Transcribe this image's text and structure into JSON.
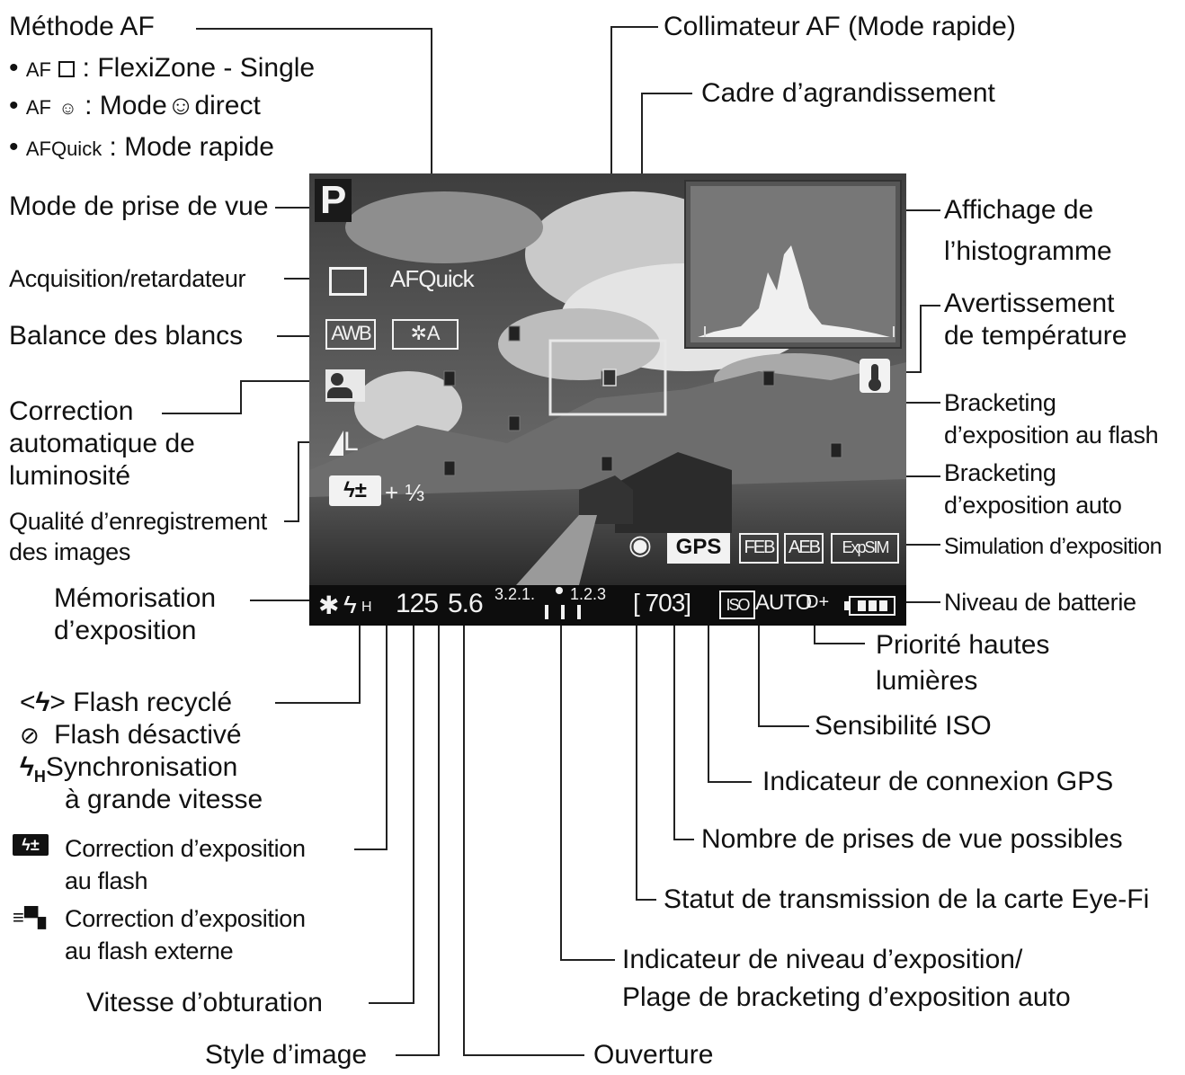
{
  "screen": {
    "mode": "P",
    "af_quick": "AFQuick",
    "wb": "AWB",
    "style_icon": "A",
    "quality": "L",
    "flash_comp_value": "+ ⅓",
    "gps": "GPS",
    "feb": "FEB",
    "aeb": "AEB",
    "expsim": "ExpSIM",
    "bar": {
      "flash_h": "H",
      "shutter": "125",
      "aperture": "5.6",
      "scale": "3.2.1.",
      "scale_right": "1.2.3",
      "shots": "[ 703]",
      "iso": "ISO",
      "iso_auto": "AUTO",
      "d_plus": "D+"
    }
  },
  "labels": {
    "af_method": "Méthode AF",
    "af_flexizone_prefix": "AF",
    "af_flexizone": ": FlexiZone - Single",
    "af_face_prefix": "AF",
    "af_face_a": ": Mode",
    "af_face_b": "direct",
    "af_quick_prefix": "AFQuick",
    "af_quick": ": Mode rapide",
    "shooting_mode": "Mode de prise de vue",
    "drive": "Acquisition/retardateur",
    "wb": "Balance des blancs",
    "alo_1": "Correction",
    "alo_2": "automatique de",
    "alo_3": "luminosité",
    "quality_1": "Qualité d’enregistrement",
    "quality_2": "des images",
    "ae_lock_1": "Mémorisation",
    "ae_lock_2": "d’exposition",
    "flash_ready": "Flash recyclé",
    "flash_ready_open": "<",
    "flash_ready_close": ">",
    "flash_disabled": "Flash désactivé",
    "hss_1": "Synchronisation",
    "hss_2": "à grande vitesse",
    "fec_1": "Correction d’exposition",
    "fec_2": "au flash",
    "efec_1": "Correction d’exposition",
    "efec_2": "au flash externe",
    "shutter": "Vitesse d’obturation",
    "picture_style": "Style d’image",
    "af_point": "Collimateur AF (Mode rapide)",
    "magnify_frame": "Cadre d’agrandissement",
    "histogram_1": "Affichage de",
    "histogram_2": "l’histogramme",
    "temp_1": "Avertissement",
    "temp_2": "de température",
    "feb_1": "Bracketing",
    "feb_2": "d’exposition au flash",
    "aeb_1": "Bracketing",
    "aeb_2": "d’exposition auto",
    "expsim": "Simulation d’exposition",
    "battery": "Niveau de batterie",
    "htp_1": "Priorité hautes",
    "htp_2": "lumières",
    "iso": "Sensibilité ISO",
    "gps": "Indicateur de connexion GPS",
    "shots": "Nombre de prises de vue possibles",
    "eyefi": "Statut de transmission de la carte Eye-Fi",
    "exposure_1": "Indicateur de niveau d’exposition/",
    "exposure_2": "Plage de bracketing d’exposition auto",
    "aperture": "Ouverture"
  }
}
